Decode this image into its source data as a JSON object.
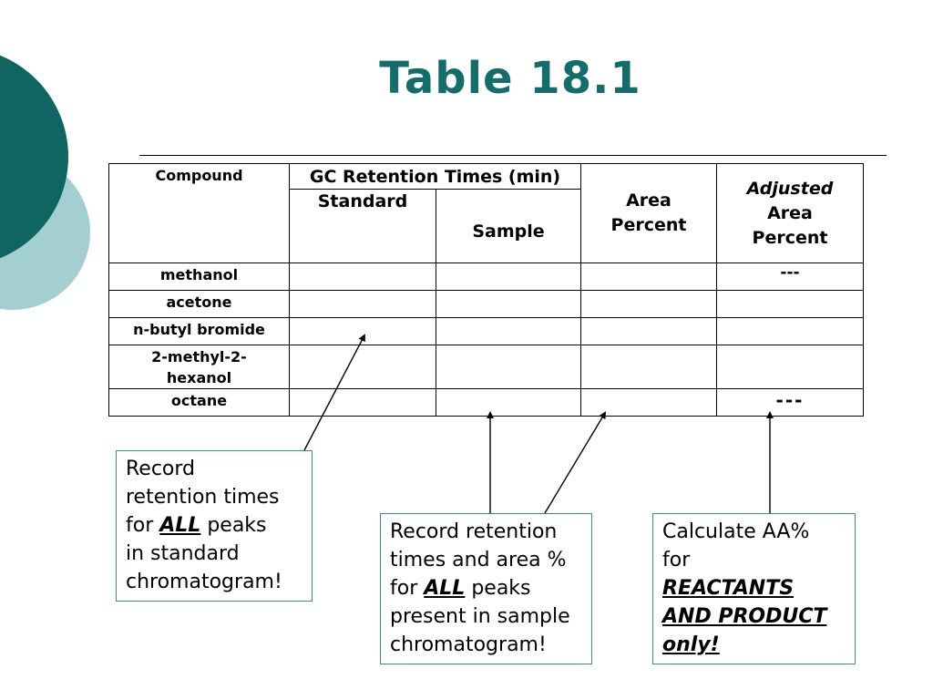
{
  "title": "Table 18.1",
  "table": {
    "header_compound": "Compound",
    "header_gc": "GC Retention Times (min)",
    "header_standard": "Standard",
    "header_sample": "Sample",
    "header_area_line1": "Area",
    "header_area_line2": "Percent",
    "header_adjusted_line1": "Adjusted",
    "header_adjusted_line2": "Area",
    "header_adjusted_line3": "Percent",
    "rows": [
      {
        "compound": "methanol",
        "adjusted": "---"
      },
      {
        "compound": "acetone",
        "adjusted": ""
      },
      {
        "compound": "n-butyl bromide",
        "adjusted": ""
      },
      {
        "compound_line1": "2-methyl-2-",
        "compound_line2": "hexanol",
        "adjusted": ""
      },
      {
        "compound": "octane",
        "adjusted": "---"
      }
    ]
  },
  "callouts": {
    "standard": {
      "line1": "Record",
      "line2": "retention times",
      "line3_pre": "for ",
      "line3_em": "ALL",
      "line3_post": " peaks",
      "line4": "in standard",
      "line5": "chromatogram!"
    },
    "sample": {
      "line1": "Record retention",
      "line2": "times and area %",
      "line3_pre": "for ",
      "line3_em": "ALL",
      "line3_post": " peaks",
      "line4": "present in sample",
      "line5": "chromatogram!"
    },
    "adjusted": {
      "line1": "Calculate AA%",
      "line2": "for",
      "line3": "REACTANTS",
      "line4": "AND PRODUCT",
      "line5": "only!"
    }
  },
  "colors": {
    "title": "#136e6b",
    "dark_teal": "#0f6561",
    "light_teal": "#a3cfd0",
    "box_border": "#3d8c89"
  }
}
